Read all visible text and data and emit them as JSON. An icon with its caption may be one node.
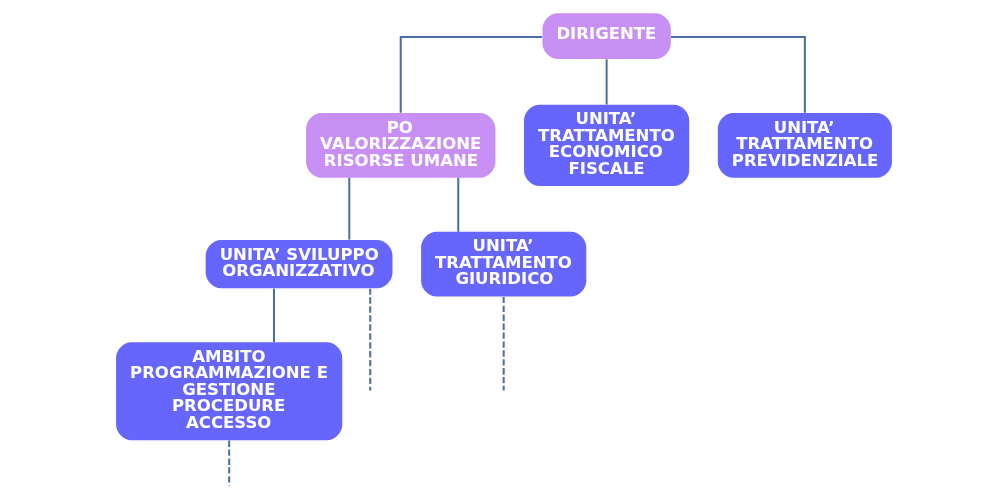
{
  "diagram": {
    "nodes": [
      {
        "text": [
          "DIRIGENTE"
        ]
      },
      {
        "text": [
          "PO VALORIZZAZIONE RISORSE UMANE"
        ]
      },
      {
        "text": [
          "UNITA’ TRATTAMENTO ECONOMICO FISCALE"
        ]
      },
      {
        "text": [
          "UNITA’ TRATTAMENTO PREVIDENZIALE"
        ]
      },
      {
        "text": [
          "UNITA’ SVILUPPO ORGANIZZATIVO"
        ]
      },
      {
        "text": [
          "UNITA’ TRATTAMENTO GIURIDICO"
        ]
      },
      {
        "text": [
          "AMBITO PROGRAMMAZIONE E GESTIONE PROCEDURE ACCESSO"
        ]
      }
    ],
    "edges": [
      {
        "from": 0,
        "to": 1,
        "arrow": "none"
      },
      {
        "from": 0,
        "to": 2,
        "arrow": "none"
      },
      {
        "from": 0,
        "to": 3,
        "arrow": "none"
      },
      {
        "from": 1,
        "to": 4,
        "arrow": "none"
      },
      {
        "from": 1,
        "to": 5,
        "arrow": "none"
      },
      {
        "from": 4,
        "to": 6,
        "arrow": "none"
      },
      {
        "from": 6,
        "to": null,
        "arrow": "none",
        "style": "dashed"
      },
      {
        "from": 4,
        "to": null,
        "arrow": "none",
        "style": "dashed"
      },
      {
        "from": 5,
        "to": null,
        "arrow": "none",
        "style": "dashed"
      }
    ]
  }
}
